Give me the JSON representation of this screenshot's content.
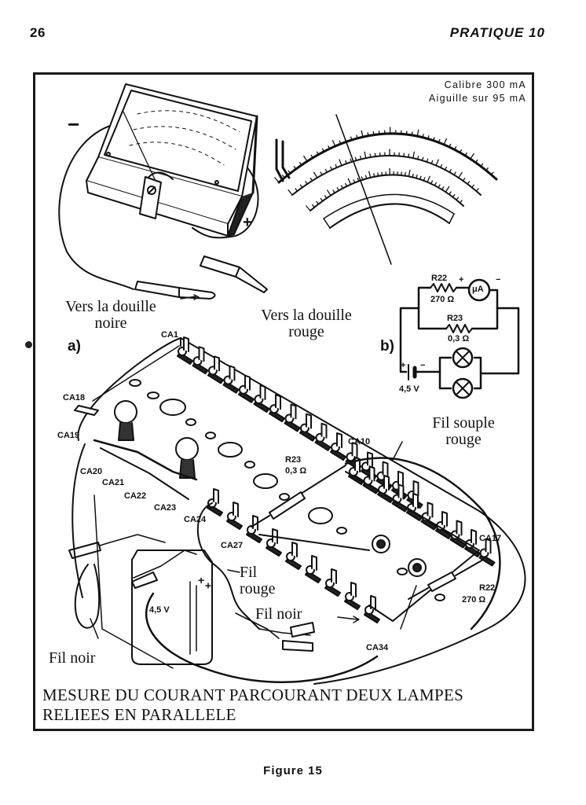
{
  "header": {
    "page_number": "26",
    "running_title": "PRATIQUE 10"
  },
  "figure": {
    "multimeter": {
      "minus_sign": "−",
      "plus_sign": "+",
      "calibre": "Calibre 300 mA",
      "aiguille": "Aiguille sur 95 mA",
      "needle_reading_mA": 95,
      "range_mA": 300
    },
    "leads": {
      "black_lead_line1": "Vers la douille",
      "black_lead_line2": "noire",
      "red_lead_line1": "Vers la douille",
      "red_lead_line2": "rouge"
    },
    "part_a": "a)",
    "part_b": "b)",
    "schematic": {
      "r22_name": "R22",
      "r22_value": "270 Ω",
      "meter_symbol": "μA",
      "meter_plus": "+",
      "meter_minus": "−",
      "r23_name": "R23",
      "r23_value": "0,3 Ω",
      "battery_plus": "+",
      "battery_minus": "−",
      "battery_value": "4,5 V"
    },
    "board_labels": {
      "ca1": "CA1",
      "ca18": "CA18",
      "ca19": "CA19",
      "ca20": "CA20",
      "ca21": "CA21",
      "ca22": "CA22",
      "ca23": "CA23",
      "ca24": "CA24",
      "ca27": "CA27",
      "ca10": "CA10",
      "ca17": "CA17",
      "ca34": "CA34",
      "r23_name": "R23",
      "r23_value": "0,3 Ω",
      "r22_name": "R22",
      "r22_value": "270 Ω",
      "battery_value": "4,5 V",
      "battery_plus": "+"
    },
    "wire_labels": {
      "fil_souple_line1": "Fil souple",
      "fil_souple_line2": "rouge",
      "fil_rouge_line1": "Fil",
      "fil_rouge_line2": "rouge",
      "fil_noir_right": "Fil noir",
      "fil_noir_left": "Fil noir"
    },
    "caption_line1": "MESURE DU COURANT PARCOURANT DEUX LAMPES",
    "caption_line2": "RELIEES EN PARALLELE"
  },
  "footer": {
    "figure_label": "Figure 15"
  }
}
